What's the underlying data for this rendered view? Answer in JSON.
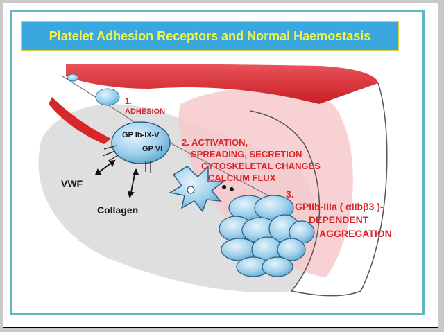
{
  "title": "Platelet Adhesion Receptors and Normal Haemostasis",
  "labels": {
    "step1_num": "1.",
    "step1_text": "ADHESION",
    "gp_ib": "GP Ib-IX-V",
    "gp_vi": "GP VI",
    "vwf": "VWF",
    "collagen": "Collagen",
    "step2_line1": "2. ACTIVATION,",
    "step2_line2": "SPREADING, SECRETION",
    "step2_line3": "CYTOSKELETAL CHANGES",
    "step2_line4": "CALCIUM  FLUX",
    "step3_num": "3.",
    "step3_line1": "GPIIb-IIIa ( αIIbβ3 )-",
    "step3_line2": "DEPENDENT",
    "step3_line3": "AGGREGATION"
  },
  "colors": {
    "title_bg": "#3aa8df",
    "title_text": "#f2f24a",
    "border": "#5fb8bf",
    "vessel_red": "#d8262a",
    "lumen_pink": "#f7c9cc",
    "platelet_blue": "#9fd0ec"
  }
}
